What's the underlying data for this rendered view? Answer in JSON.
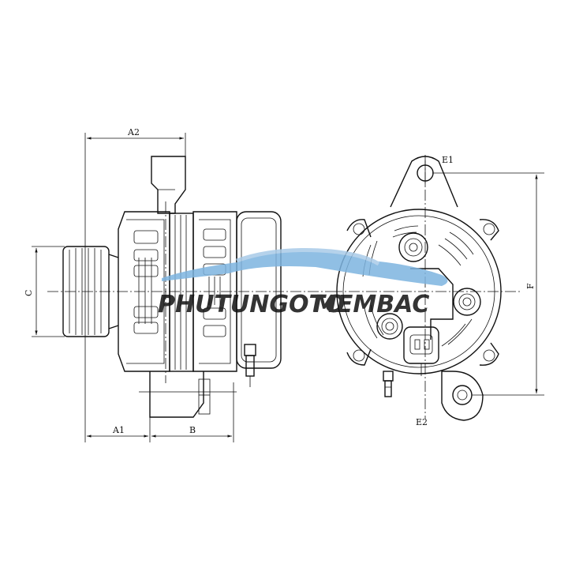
{
  "dimensions": {
    "a2": "A2",
    "c": "C",
    "a1": "A1",
    "b": "B",
    "e1": "E1",
    "e2": "E2",
    "f": "F"
  },
  "watermark": {
    "text_part1": "PHUTUNGOTO",
    "text_part2": "MEMBAC",
    "color_primary": "#5a9fd6",
    "color_secondary": "#9aa5b0"
  }
}
